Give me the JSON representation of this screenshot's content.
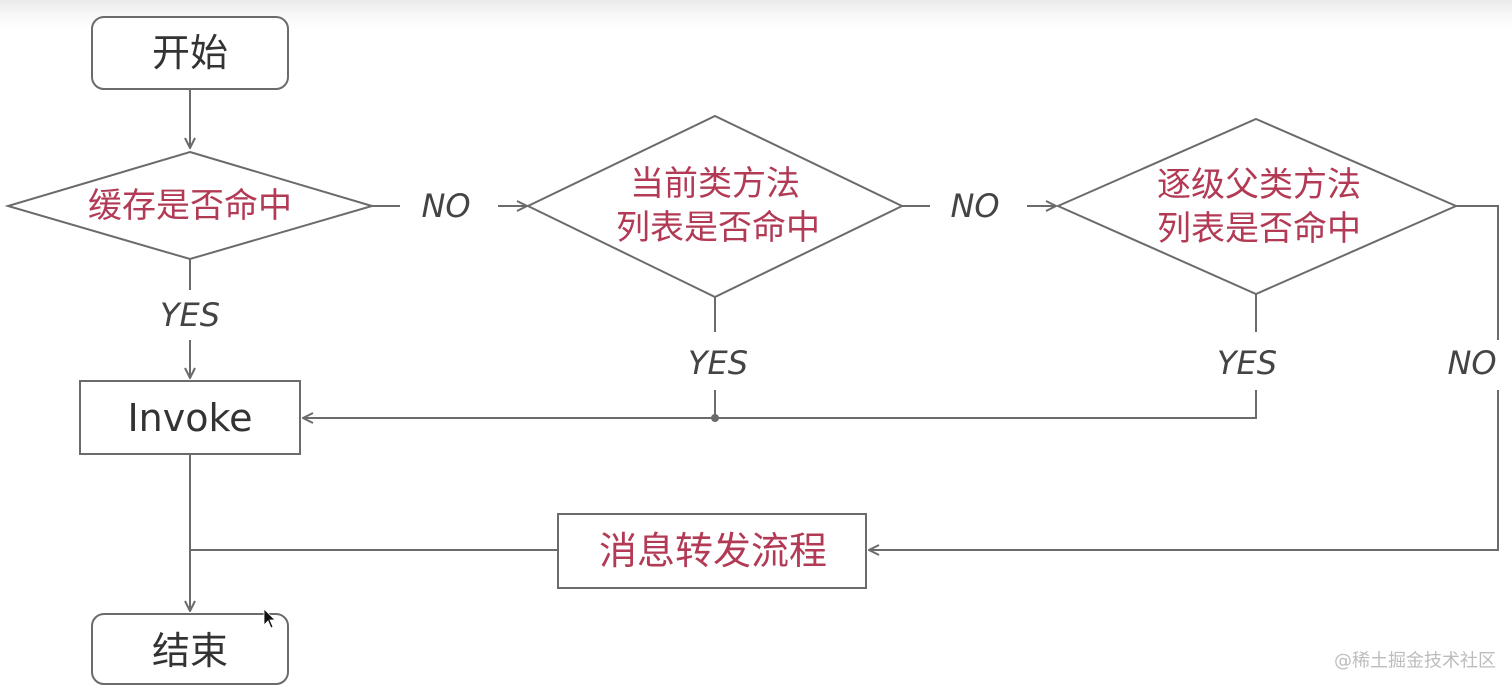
{
  "nodes": {
    "start": "开始",
    "cache_decision": "缓存是否命中",
    "current_class_decision_line1": "当前类方法",
    "current_class_decision_line2": "列表是否命中",
    "parent_class_decision_line1": "逐级父类方法",
    "parent_class_decision_line2": "列表是否命中",
    "invoke": "Invoke",
    "message_forwarding": "消息转发流程",
    "end": "结束"
  },
  "edges": {
    "cache_no": "NO",
    "current_no": "NO",
    "cache_yes": "YES",
    "current_yes": "YES",
    "parent_yes": "YES",
    "parent_no": "NO"
  },
  "watermark": "@稀土掘金技术社区",
  "colors": {
    "decision_text": "#b23a55",
    "process_text": "#333333",
    "lines": "#6b6b6b"
  }
}
